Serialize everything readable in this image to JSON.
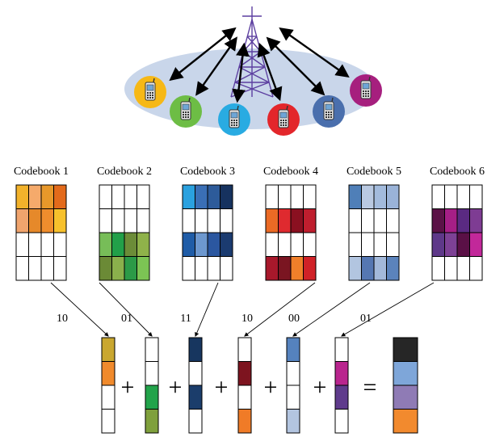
{
  "codebooks": [
    {
      "label": "Codebook 1",
      "code": "10",
      "rows": [
        [
          "#f2b22b",
          "#f5aa6b",
          "#e8982a",
          "#e36a1b"
        ],
        [
          "#f0a46d",
          "#e6892a",
          "#ef8d2d",
          "#f7c12c"
        ],
        [
          "#ffffff",
          "#ffffff",
          "#ffffff",
          "#ffffff"
        ],
        [
          "#ffffff",
          "#ffffff",
          "#ffffff",
          "#ffffff"
        ]
      ],
      "codeword": [
        "#c9a730",
        "#f08a2c",
        "#ffffff",
        "#ffffff"
      ]
    },
    {
      "label": "Codebook 2",
      "code": "01",
      "rows": [
        [
          "#ffffff",
          "#ffffff",
          "#ffffff",
          "#ffffff"
        ],
        [
          "#ffffff",
          "#ffffff",
          "#ffffff",
          "#ffffff"
        ],
        [
          "#77bd58",
          "#22a049",
          "#6c8c38",
          "#8fb24a"
        ],
        [
          "#6b8a36",
          "#8ab04c",
          "#2c9a47",
          "#7cc454"
        ]
      ],
      "codeword": [
        "#ffffff",
        "#ffffff",
        "#22a34a",
        "#7fa03c"
      ]
    },
    {
      "label": "Codebook 3",
      "code": "11",
      "rows": [
        [
          "#2aa1df",
          "#3a6fb6",
          "#2d5b9a",
          "#16325f"
        ],
        [
          "#ffffff",
          "#ffffff",
          "#ffffff",
          "#ffffff"
        ],
        [
          "#1f5ca7",
          "#6d98cf",
          "#2b57a0",
          "#1b3b70"
        ],
        [
          "#ffffff",
          "#ffffff",
          "#ffffff",
          "#ffffff"
        ]
      ],
      "codeword": [
        "#17365f",
        "#ffffff",
        "#1b3d6b",
        "#ffffff"
      ]
    },
    {
      "label": "Codebook 4",
      "code": "10",
      "rows": [
        [
          "#ffffff",
          "#ffffff",
          "#ffffff",
          "#ffffff"
        ],
        [
          "#eb6a25",
          "#df2a2f",
          "#8a1020",
          "#bf1e2e"
        ],
        [
          "#ffffff",
          "#ffffff",
          "#ffffff",
          "#ffffff"
        ],
        [
          "#a8182b",
          "#7a1521",
          "#f07f2a",
          "#d02127"
        ]
      ],
      "codeword": [
        "#ffffff",
        "#7d141f",
        "#ffffff",
        "#f07b27"
      ]
    },
    {
      "label": "Codebook 5",
      "code": "00",
      "rows": [
        [
          "#4f7fb8",
          "#b9c9e2",
          "#a3bbdd",
          "#9ab3d8"
        ],
        [
          "#ffffff",
          "#ffffff",
          "#ffffff",
          "#ffffff"
        ],
        [
          "#ffffff",
          "#ffffff",
          "#ffffff",
          "#ffffff"
        ],
        [
          "#b2c5e0",
          "#5577b2",
          "#a3b9da",
          "#5b83bc"
        ]
      ],
      "codeword": [
        "#5582be",
        "#ffffff",
        "#ffffff",
        "#b3c5e0"
      ]
    },
    {
      "label": "Codebook 6",
      "code": "01",
      "rows": [
        [
          "#ffffff",
          "#ffffff",
          "#ffffff",
          "#ffffff"
        ],
        [
          "#5b1247",
          "#a51f86",
          "#5a2a82",
          "#7e3c93"
        ],
        [
          "#5e3889",
          "#7d4195",
          "#5a1046",
          "#c2289a"
        ],
        [
          "#ffffff",
          "#ffffff",
          "#ffffff",
          "#ffffff"
        ]
      ],
      "codeword": [
        "#ffffff",
        "#b9258e",
        "#5f3b8c",
        "#ffffff"
      ]
    }
  ],
  "result_codeword": [
    "#262626",
    "#7ea6d9",
    "#8f7bb5",
    "#f28a2e"
  ],
  "operators": [
    "+",
    "+",
    "+",
    "+",
    "+",
    "="
  ],
  "users": [
    {
      "name": "phone-icon-yellow",
      "color": "#f6b816"
    },
    {
      "name": "phone-icon-green",
      "color": "#6dbd45"
    },
    {
      "name": "phone-icon-cyan",
      "color": "#29abe2"
    },
    {
      "name": "phone-icon-red",
      "color": "#e3262b"
    },
    {
      "name": "phone-icon-blue",
      "color": "#4a6fad"
    },
    {
      "name": "phone-icon-magenta",
      "color": "#a61f7e"
    }
  ],
  "colors": {
    "cell_background": "#c9d6ea",
    "tower": "#5c3fa0",
    "arrow": "#000000"
  }
}
